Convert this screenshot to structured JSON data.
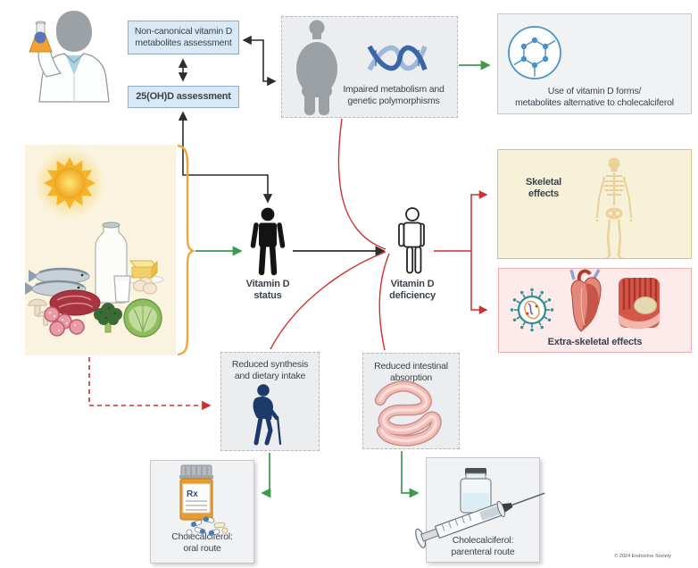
{
  "diagram": {
    "assessment": {
      "non_canonical": "Non-canonical vitamin D\nmetabolites assessment",
      "ohd": "25(OH)D assessment"
    },
    "causes": {
      "impaired": "Impaired metabolism and\ngenetic polymorphisms",
      "reduced_synthesis": "Reduced synthesis\nand dietary intake",
      "reduced_absorption": "Reduced intestinal\nabsorption"
    },
    "nodes": {
      "status": "Vitamin D\nstatus",
      "deficiency": "Vitamin D\ndeficiency"
    },
    "effects": {
      "skeletal": "Skeletal\neffects",
      "extra_skeletal": "Extra-skeletal effects"
    },
    "treatment": {
      "alternative": "Use of vitamin D forms/\nmetabolites alternative to cholecalciferol",
      "oral": "Cholecalciferol:\noral route",
      "parenteral": "Cholecalciferol:\nparenteral route",
      "rx_symbol": "Rx"
    },
    "footer": {
      "copyright": "© 2024 Endocrine Society"
    }
  },
  "icons": {
    "scientist": "scientist-with-flask-icon",
    "obese_person": "obese-person-silhouette-icon",
    "dna": "dna-helix-icon",
    "molecule": "vitamin-d-molecule-icon",
    "sun": "sun-icon",
    "food": "vitamin-d-food-sources-illustration",
    "status_person": "person-filled-icon",
    "deficiency_person": "person-outline-icon",
    "skeleton": "skeleton-icon",
    "virus": "virus-icon",
    "heart": "heart-organ-icon",
    "muscle": "muscle-tissue-icon",
    "elderly": "elderly-person-cane-icon",
    "intestine": "intestine-icon",
    "pill_bottle": "pill-bottle-icon",
    "syringe_vial": "vial-and-syringe-icon"
  },
  "colors": {
    "assessment_box_bg": "#d9e8f5",
    "assessment_box_border": "#8badd0",
    "arrow_black": "#2d2d2d",
    "arrow_green": "#3d9a4e",
    "arrow_red": "#cf2f2f",
    "brace_orange": "#f0a43c",
    "food_box_bg": "#faf3e0",
    "skeletal_box_bg": "#f8f1da",
    "skeletal_box_border": "#d9c184",
    "extra_box_bg": "#fdeaea",
    "extra_box_border": "#ecacac",
    "dashed_box_bg": "#ecedef",
    "dashed_box_border": "#b6b8bc",
    "solid_box_bg": "#f1f2f4",
    "solid_box_border": "#c6c8cc",
    "text": "#3a444c"
  }
}
